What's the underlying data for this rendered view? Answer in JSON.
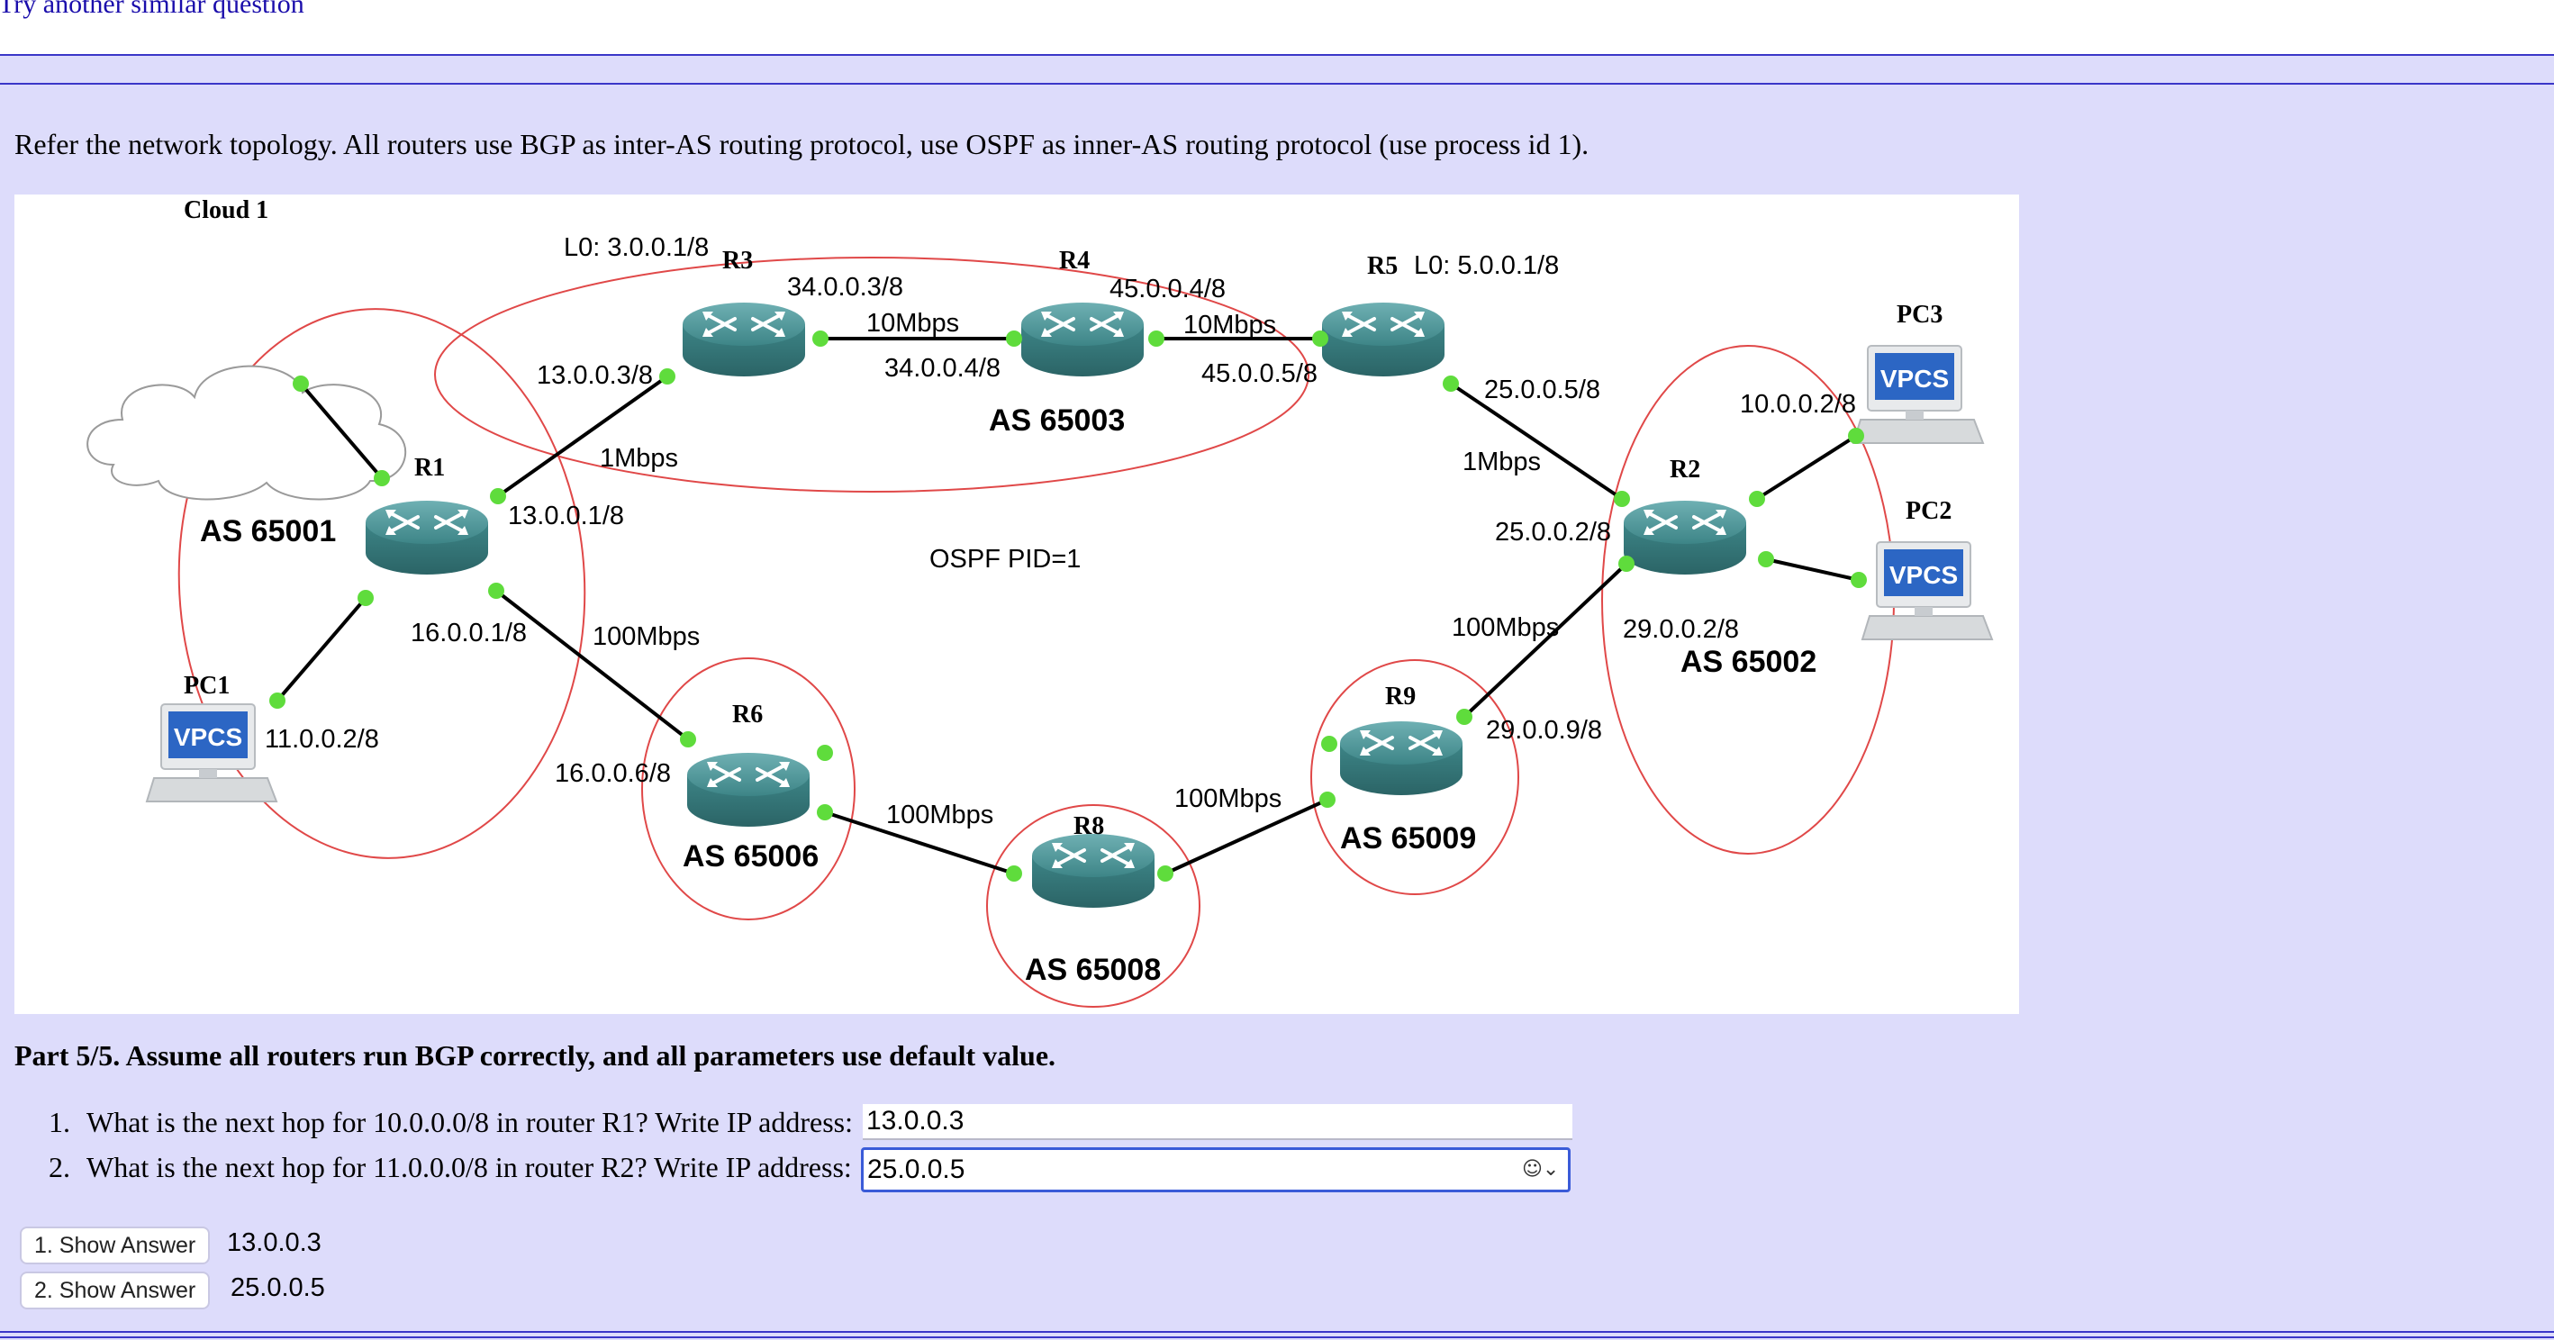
{
  "header": {
    "try_link": "Try another similar question"
  },
  "intro": "Refer the network topology. All routers use BGP as inter-AS routing protocol, use OSPF as inner-AS routing protocol (use process id 1).",
  "diagram": {
    "cloud": "Cloud 1",
    "routers": {
      "r1": "R1",
      "r2": "R2",
      "r3": "R3",
      "r4": "R4",
      "r5": "R5",
      "r6": "R6",
      "r8": "R8",
      "r9": "R9"
    },
    "pcs": {
      "pc1": "PC1",
      "pc2": "PC2",
      "pc3": "PC3"
    },
    "vpcs_label": "VPCS",
    "as": {
      "as65001": "AS 65001",
      "as65002": "AS 65002",
      "as65003": "AS 65003",
      "as65006": "AS 65006",
      "as65008": "AS 65008",
      "as65009": "AS 65009"
    },
    "ospf": "OSPF PID=1",
    "loopbacks": {
      "r3": "L0: 3.0.0.1/8",
      "r5": "L0: 5.0.0.1/8"
    },
    "links": {
      "r3_r4_left": "34.0.0.3/8",
      "r3_r4_right": "34.0.0.4/8",
      "r3_r4_speed": "10Mbps",
      "r4_r5_left": "45.0.0.4/8",
      "r4_r5_right": "45.0.0.5/8",
      "r4_r5_speed": "10Mbps",
      "r1_r3_r3": "13.0.0.3/8",
      "r1_r3_r1": "13.0.0.1/8",
      "r1_r3_speed": "1Mbps",
      "r5_r2_r5": "25.0.0.5/8",
      "r5_r2_r2": "25.0.0.2/8",
      "r5_r2_speed": "1Mbps",
      "r2_pc3": "10.0.0.2/8",
      "r1_r6_r1": "16.0.0.1/8",
      "r1_r6_r6": "16.0.0.6/8",
      "r1_r6_speed": "100Mbps",
      "pc1_ip": "11.0.0.2/8",
      "r6_r8_speed": "100Mbps",
      "r8_r9_speed": "100Mbps",
      "r9_r2_speed": "100Mbps",
      "r9_r2_r2": "29.0.0.2/8",
      "r9_r2_r9": "29.0.0.9/8"
    }
  },
  "part": "Part 5/5. Assume all routers run BGP correctly, and all parameters use default value.",
  "questions": [
    {
      "num": "1.",
      "text": "What is the next hop for 10.0.0.0/8 in router R1? Write IP address:",
      "value": "13.0.0.3"
    },
    {
      "num": "2.",
      "text": "What is the next hop for 11.0.0.0/8 in router R2? Write IP address:",
      "value": "25.0.0.5"
    }
  ],
  "answers": [
    {
      "button": "1. Show Answer",
      "text": "13.0.0.3"
    },
    {
      "button": "2. Show Answer",
      "text": "25.0.0.5"
    }
  ],
  "colors": {
    "page_bg": "#dddcfb",
    "rule": "#3a36c8",
    "router": "#3d8587",
    "port": "#5fdc3c",
    "as_ellipse": "#e04848",
    "vpcs": "#2c66c4"
  }
}
